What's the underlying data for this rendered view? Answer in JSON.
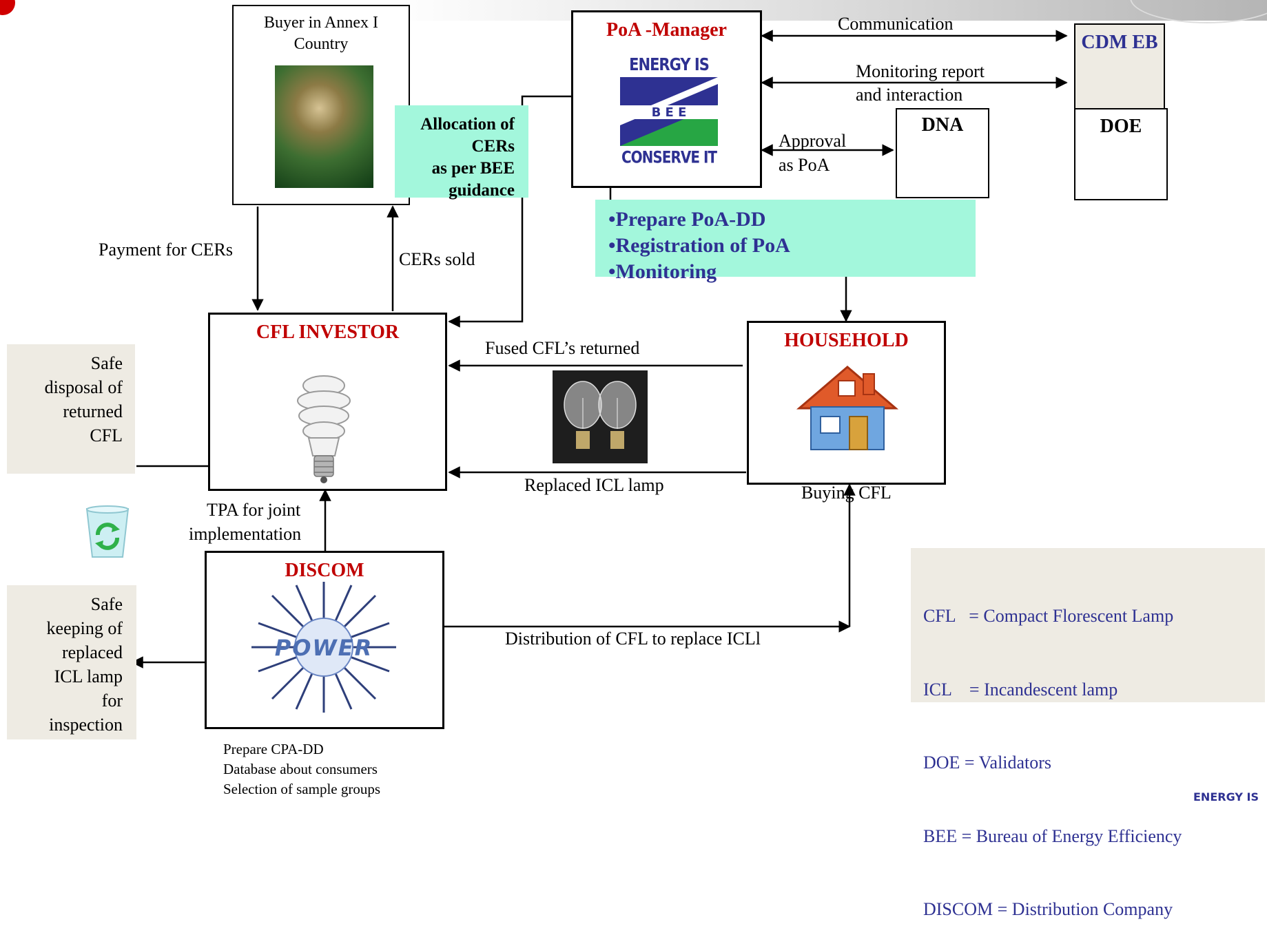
{
  "boxes": {
    "buyer_title": "Buyer in Annex I Country",
    "poa_manager_title": "PoA -Manager",
    "cdm_eb": "CDM EB",
    "dna": "DNA",
    "doe": "DOE",
    "cfl_investor": "CFL INVESTOR",
    "household": "HOUSEHOLD",
    "discom": "DISCOM"
  },
  "logos": {
    "bee_top": "ENERGY IS LIFE",
    "bee_mid": "B E E",
    "bee_bottom": "CONSERVE IT",
    "power": "POWER",
    "corner": "ENERGY IS"
  },
  "allocation": [
    "Allocation of",
    "CERs",
    "as per BEE",
    "guidance"
  ],
  "poa_tasks": [
    "•Prepare PoA-DD",
    "•Registration of PoA",
    "•Monitoring"
  ],
  "flows": {
    "communication": "Communication",
    "monitoring_report_1": "Monitoring report",
    "monitoring_report_2": "and interaction",
    "approval_1": "Approval",
    "approval_2": "as PoA",
    "payment": "Payment for CERs",
    "cers_sold": "CERs sold",
    "fused_returned": "Fused CFL’s returned",
    "replaced_icl": "Replaced ICL lamp",
    "buying_cfl": "Buying CFL",
    "tpa_1": "TPA for joint",
    "tpa_2": "implementation",
    "distribution": "Distribution of CFL to replace ICLl"
  },
  "side_notes": {
    "safe_disposal": [
      "Safe",
      "disposal of",
      "returned",
      "CFL"
    ],
    "safe_keeping": [
      "Safe",
      "keeping of",
      "replaced",
      "ICL lamp",
      "for",
      "inspection"
    ]
  },
  "discom_tasks": [
    "Prepare CPA-DD",
    "Database about consumers",
    "Selection of sample groups"
  ],
  "legend": [
    "CFL   = Compact Florescent Lamp",
    "ICL    = Incandescent lamp",
    "DOE = Validators",
    "BEE = Bureau of Energy Efficiency",
    "DISCOM = Distribution Company"
  ],
  "colors": {
    "accent_red": "#c00000",
    "accent_blue": "#2e3192",
    "mint": "#a3f7dc",
    "note_bg": "#eeebe3"
  }
}
